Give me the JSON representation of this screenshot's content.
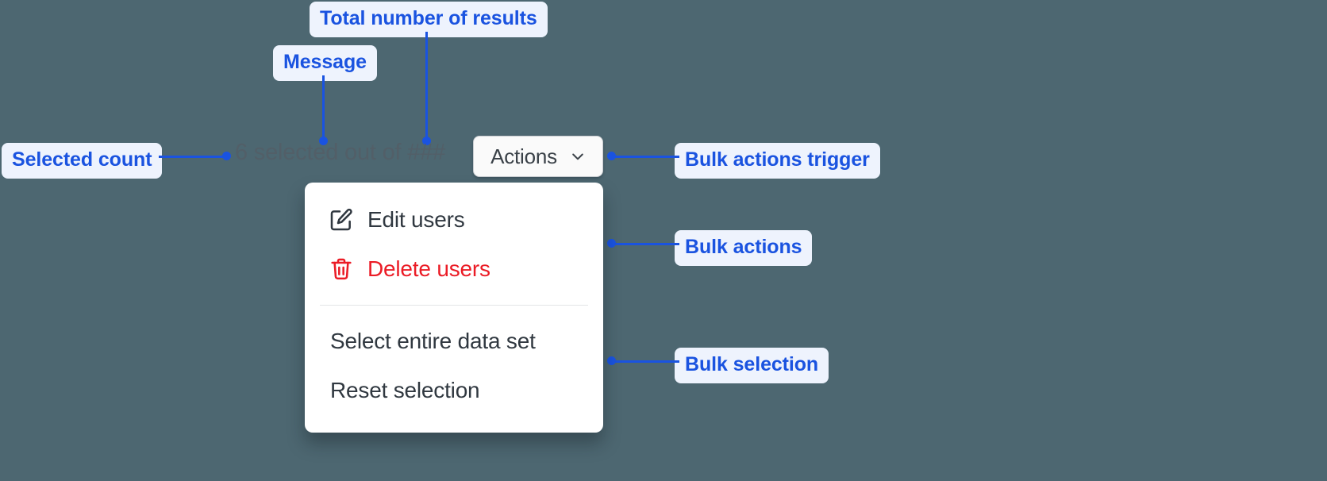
{
  "canvas": {
    "background_color": "#4d6771",
    "annotation_color": "#1a53e0",
    "annotation_chip_background": "#eef3fd"
  },
  "selection_bar": {
    "message": "6 selected out of ###",
    "selected_count": "6",
    "total_results_placeholder": "###"
  },
  "actions_trigger": {
    "label": "Actions",
    "chevron_icon": "chevron-down-icon"
  },
  "menu": {
    "bulk_actions": [
      {
        "label": "Edit users",
        "icon": "edit-pencil-square-icon",
        "tone": "default"
      },
      {
        "label": "Delete users",
        "icon": "trash-icon",
        "tone": "danger",
        "color": "#eb1c26"
      }
    ],
    "bulk_selection": [
      {
        "label": "Select entire data set",
        "icon": null,
        "tone": "default"
      },
      {
        "label": "Reset selection",
        "icon": null,
        "tone": "default"
      }
    ]
  },
  "annotations": [
    {
      "id": "total-number-of-results",
      "label": "Total number of results"
    },
    {
      "id": "message",
      "label": "Message"
    },
    {
      "id": "selected-count",
      "label": "Selected count"
    },
    {
      "id": "bulk-actions-trigger",
      "label": "Bulk actions trigger"
    },
    {
      "id": "bulk-actions",
      "label": "Bulk actions"
    },
    {
      "id": "bulk-selection",
      "label": "Bulk selection"
    }
  ]
}
